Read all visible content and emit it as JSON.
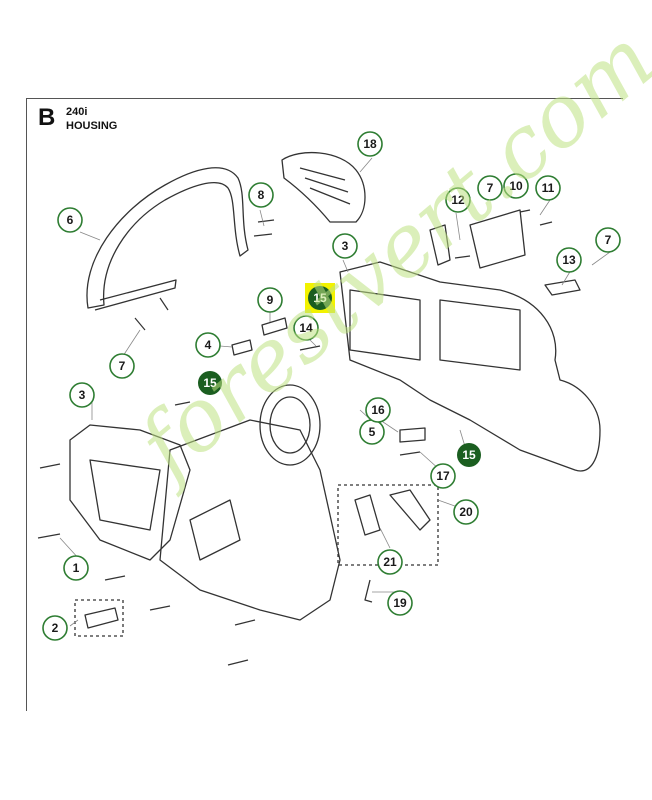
{
  "header": {
    "section_letter": "B",
    "model": "240i",
    "title": "HOUSING"
  },
  "watermark": "forestvert.com",
  "colors": {
    "callout_ring": "#2e7d32",
    "callout_filled": "#1b5e20",
    "highlight": "#f2f200",
    "line_art": "#333333"
  },
  "callouts": [
    {
      "label": "1",
      "style": "ring"
    },
    {
      "label": "2",
      "style": "ring"
    },
    {
      "label": "3",
      "style": "ring"
    },
    {
      "label": "3",
      "style": "ring"
    },
    {
      "label": "4",
      "style": "ring"
    },
    {
      "label": "5",
      "style": "ring"
    },
    {
      "label": "6",
      "style": "ring"
    },
    {
      "label": "7",
      "style": "ring"
    },
    {
      "label": "7",
      "style": "ring"
    },
    {
      "label": "7",
      "style": "ring"
    },
    {
      "label": "8",
      "style": "ring"
    },
    {
      "label": "9",
      "style": "ring"
    },
    {
      "label": "10",
      "style": "ring"
    },
    {
      "label": "11",
      "style": "ring"
    },
    {
      "label": "12",
      "style": "ring"
    },
    {
      "label": "13",
      "style": "ring"
    },
    {
      "label": "14",
      "style": "ring"
    },
    {
      "label": "15",
      "style": "highlight"
    },
    {
      "label": "15",
      "style": "filled"
    },
    {
      "label": "15",
      "style": "filled"
    },
    {
      "label": "16",
      "style": "ring"
    },
    {
      "label": "17",
      "style": "ring"
    },
    {
      "label": "18",
      "style": "ring"
    },
    {
      "label": "19",
      "style": "ring"
    },
    {
      "label": "20",
      "style": "ring"
    },
    {
      "label": "21",
      "style": "ring"
    }
  ]
}
